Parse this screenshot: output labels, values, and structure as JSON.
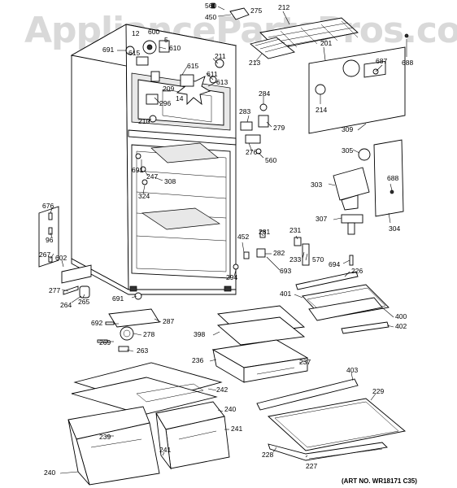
{
  "watermark": "AppliancePartsPros.com",
  "art_number": "(ART NO. WR18171 C35)",
  "callouts": {
    "c560a": "560",
    "c275": "275",
    "c450": "450",
    "c212": "212",
    "c12": "12",
    "c600": "600",
    "c5": "5",
    "c691a": "691",
    "c615a": "615",
    "c610": "610",
    "c213": "213",
    "c201": "201",
    "c687": "687",
    "c688a": "688",
    "c211": "211",
    "c615b": "615",
    "c611": "611",
    "c209": "209",
    "c613": "613",
    "c14": "14",
    "c296": "296",
    "c210": "210",
    "c284": "284",
    "c214": "214",
    "c283": "283",
    "c279": "279",
    "c309": "309",
    "c276": "276",
    "c560b": "560",
    "c305": "305",
    "c691b": "691",
    "c247": "247",
    "c308": "308",
    "c324": "324",
    "c688b": "688",
    "c303": "303",
    "c676": "676",
    "c96": "96",
    "c231": "231",
    "c281": "281",
    "c307": "307",
    "c304": "304",
    "c452": "452",
    "c282": "282",
    "c233": "233",
    "c570": "570",
    "c267": "267",
    "c602": "602",
    "c693": "693",
    "c694": "694",
    "c226": "226",
    "c294": "294",
    "c277": "277",
    "c264": "264",
    "c265": "265",
    "c691c": "691",
    "c401": "401",
    "c400": "400",
    "c692": "692",
    "c287": "287",
    "c402": "402",
    "c398": "398",
    "c278": "278",
    "c269": "269",
    "c263": "263",
    "c236": "236",
    "c237": "237",
    "c403": "403",
    "c242": "242",
    "c229": "229",
    "c240a": "240",
    "c241a": "241",
    "c239": "239",
    "c241b": "241",
    "c240b": "240",
    "c228": "228",
    "c227": "227"
  }
}
